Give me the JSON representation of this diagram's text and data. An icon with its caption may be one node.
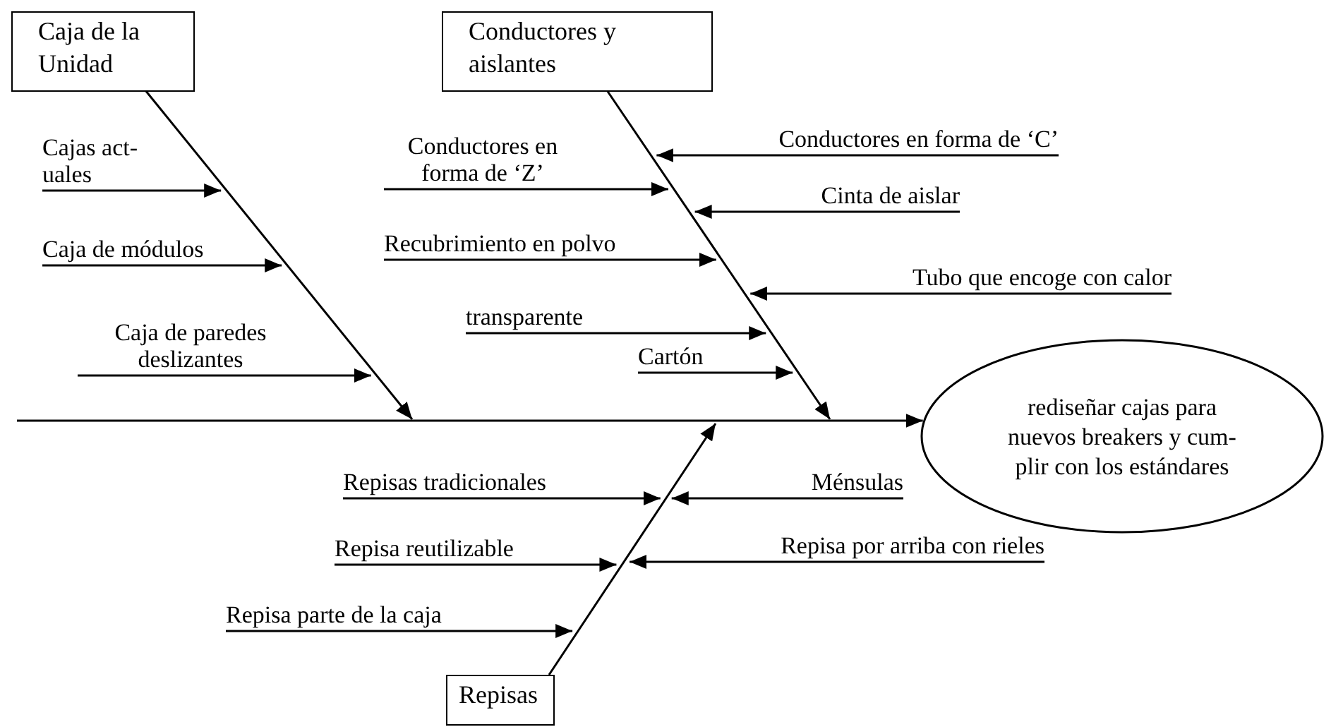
{
  "diagram": {
    "nodes": [
      {
        "text": [
          "Caja de la Unidad"
        ]
      },
      {
        "text": [
          "Cajas act- uales"
        ]
      },
      {
        "text": [
          "Caja de módulos"
        ]
      },
      {
        "text": [
          "Caja de paredes deslizantes"
        ]
      },
      {
        "text": [
          "Conductores y aislantes"
        ]
      },
      {
        "text": [
          "Conductores en forma de ‘Z’"
        ]
      },
      {
        "text": [
          "Conductores en forma de ‘C’"
        ]
      },
      {
        "text": [
          "Cinta de aislar"
        ]
      },
      {
        "text": [
          "Recubrimiento en polvo"
        ]
      },
      {
        "text": [
          "Tubo que encoge con calor"
        ]
      },
      {
        "text": [
          "transparente"
        ]
      },
      {
        "text": [
          "Cartón"
        ]
      },
      {
        "text": [
          "rediseñar cajas para nuevos breakers y cum- plir con los estándares"
        ]
      },
      {
        "text": [
          "Repisas tradicionales"
        ]
      },
      {
        "text": [
          "Ménsulas"
        ]
      },
      {
        "text": [
          "Repisa reutilizable"
        ]
      },
      {
        "text": [
          "Repisa por arriba con rieles"
        ]
      },
      {
        "text": [
          "Repisa parte de la caja"
        ]
      },
      {
        "text": [
          "Repisas"
        ]
      }
    ],
    "edges": [
      {
        "from": null,
        "to": 12,
        "arrow": "to"
      },
      {
        "from": 0,
        "to": null,
        "arrow": "to"
      },
      {
        "from": 1,
        "to": null,
        "arrow": "to"
      },
      {
        "from": 2,
        "to": null,
        "arrow": "to"
      },
      {
        "from": 3,
        "to": null,
        "arrow": "to"
      },
      {
        "from": 4,
        "to": null,
        "arrow": "to"
      },
      {
        "from": 5,
        "to": null,
        "arrow": "to"
      },
      {
        "from": 6,
        "to": null,
        "arrow": "to"
      },
      {
        "from": 7,
        "to": null,
        "arrow": "to"
      },
      {
        "from": 8,
        "to": null,
        "arrow": "to"
      },
      {
        "from": 9,
        "to": null,
        "arrow": "to"
      },
      {
        "from": 10,
        "to": null,
        "arrow": "to"
      },
      {
        "from": 11,
        "to": null,
        "arrow": "to"
      },
      {
        "from": 18,
        "to": null,
        "arrow": "to"
      },
      {
        "from": 13,
        "to": null,
        "arrow": "to"
      },
      {
        "from": 14,
        "to": null,
        "arrow": "to"
      },
      {
        "from": 15,
        "to": null,
        "arrow": "to"
      },
      {
        "from": 16,
        "to": null,
        "arrow": "to"
      },
      {
        "from": 17,
        "to": null,
        "arrow": "to"
      }
    ]
  }
}
